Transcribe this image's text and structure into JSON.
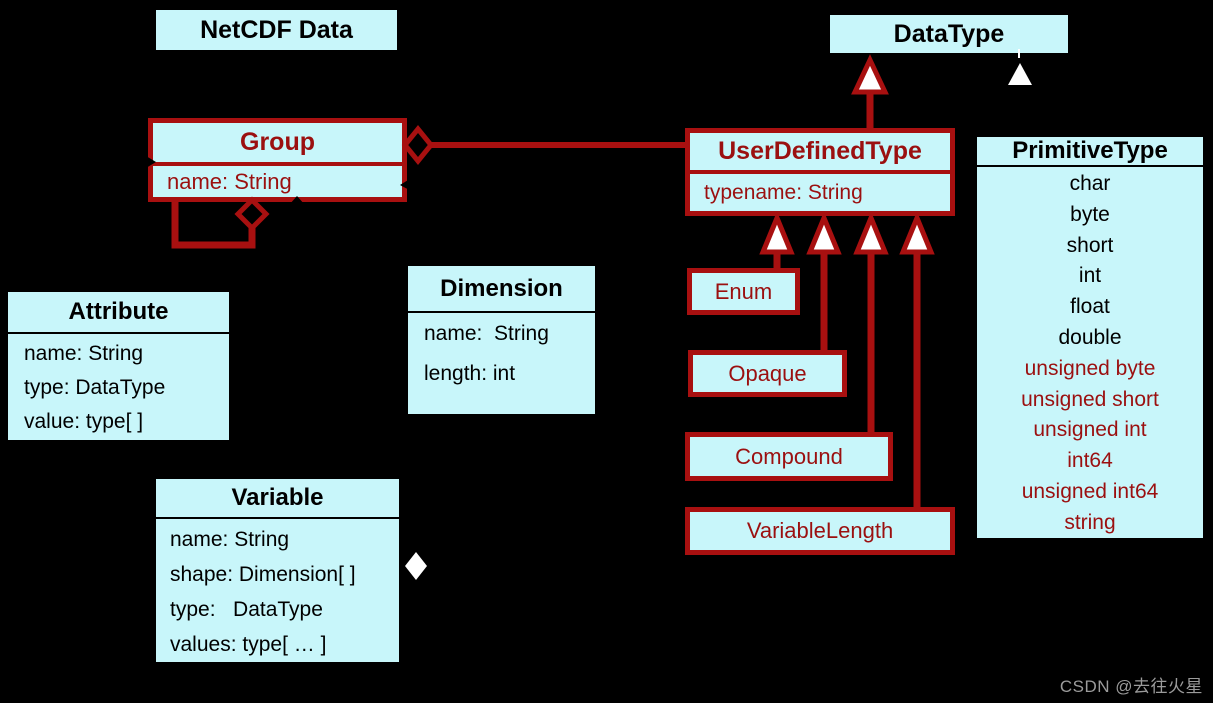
{
  "watermark": "CSDN @去往火星",
  "colors": {
    "background": "#000000",
    "box_fill": "#c8f6fa",
    "red_line": "#a81010",
    "red_text": "#9b1010",
    "black_text": "#000000",
    "arrowhead_fill": "#ffffff",
    "watermark_gray": "#9b9b9b"
  },
  "boxes": {
    "netcdf_data": {
      "title": "NetCDF Data"
    },
    "data_type": {
      "title": "DataType"
    },
    "group": {
      "title": "Group",
      "attr1": "name: String"
    },
    "user_defined_type": {
      "title": "UserDefinedType",
      "attr1": "typename: String"
    },
    "primitive_type": {
      "title": "PrimitiveType",
      "builtin": [
        "char",
        "byte",
        "short",
        "int",
        "float",
        "double"
      ],
      "extended": [
        "unsigned byte",
        "unsigned short",
        "unsigned int",
        "int64",
        "unsigned int64",
        "string"
      ]
    },
    "attribute": {
      "title": "Attribute",
      "attrs": [
        "name: String",
        "type: DataType",
        "value: type[ ]"
      ]
    },
    "dimension": {
      "title": "Dimension",
      "attrs": [
        "name:  String",
        "length: int"
      ]
    },
    "variable": {
      "title": "Variable",
      "attrs": [
        "name: String",
        "shape: Dimension[ ]",
        "type:   DataType",
        "values: type[ … ]"
      ]
    },
    "enum": {
      "title": "Enum"
    },
    "opaque": {
      "title": "Opaque"
    },
    "compound": {
      "title": "Compound"
    },
    "variable_length": {
      "title": "VariableLength"
    }
  }
}
